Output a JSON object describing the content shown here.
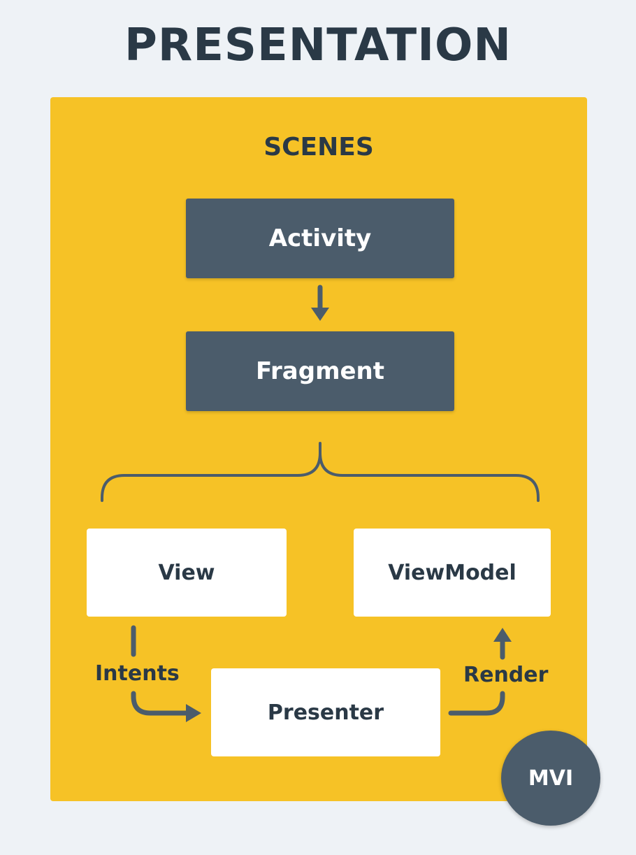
{
  "title": "PRESENTATION",
  "scenes": {
    "title": "SCENES",
    "activity": "Activity",
    "fragment": "Fragment"
  },
  "mvi": {
    "view": "View",
    "viewmodel": "ViewModel",
    "presenter": "Presenter",
    "intents_label": "Intents",
    "render_label": "Render",
    "badge": "MVI"
  },
  "colors": {
    "background": "#eef2f6",
    "panel": "#f6c226",
    "dark_box": "#4b5c6b",
    "text": "#2a3946",
    "white_box": "#ffffff"
  }
}
